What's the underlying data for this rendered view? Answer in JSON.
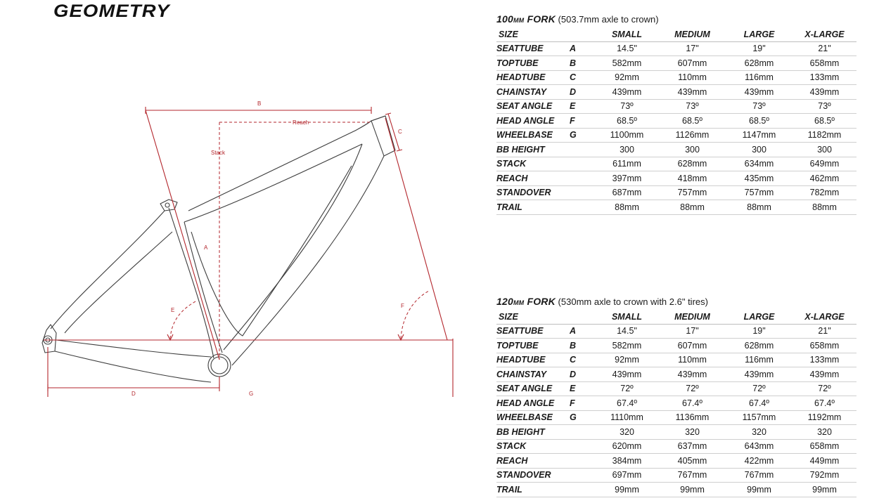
{
  "title": "GEOMETRY",
  "diagram_labels": {
    "a": "A",
    "b": "B",
    "c": "C",
    "d": "D",
    "e": "E",
    "f": "F",
    "g": "G",
    "reach": "Reach",
    "stack": "Stack"
  },
  "colors": {
    "dimension": "#b3262c",
    "frame": "#3d3d3d"
  },
  "tables": [
    {
      "fork_name": "100",
      "fork_unit": "MM",
      "fork_suffix": " FORK",
      "fork_desc": " (503.7mm axle to crown)",
      "columns": [
        "SIZE",
        "",
        "SMALL",
        "MEDIUM",
        "LARGE",
        "X-LARGE"
      ],
      "rows": [
        {
          "name": "SEATTUBE",
          "letter": "A",
          "values": [
            "14.5\"",
            "17\"",
            "19\"",
            "21\""
          ]
        },
        {
          "name": "TOPTUBE",
          "letter": "B",
          "values": [
            "582mm",
            "607mm",
            "628mm",
            "658mm"
          ]
        },
        {
          "name": "HEADTUBE",
          "letter": "C",
          "values": [
            "92mm",
            "110mm",
            "116mm",
            "133mm"
          ]
        },
        {
          "name": "CHAINSTAY",
          "letter": "D",
          "values": [
            "439mm",
            "439mm",
            "439mm",
            "439mm"
          ]
        },
        {
          "name": "SEAT ANGLE",
          "letter": "E",
          "values": [
            "73º",
            "73º",
            "73º",
            "73º"
          ]
        },
        {
          "name": "HEAD ANGLE",
          "letter": "F",
          "values": [
            "68.5º",
            "68.5º",
            "68.5º",
            "68.5º"
          ]
        },
        {
          "name": "WHEELBASE",
          "letter": "G",
          "values": [
            "1100mm",
            "1126mm",
            "1147mm",
            "1182mm"
          ]
        },
        {
          "name": "BB HEIGHT",
          "letter": "",
          "values": [
            "300",
            "300",
            "300",
            "300"
          ]
        },
        {
          "name": "STACK",
          "letter": "",
          "values": [
            "611mm",
            "628mm",
            "634mm",
            "649mm"
          ]
        },
        {
          "name": "REACH",
          "letter": "",
          "values": [
            "397mm",
            "418mm",
            "435mm",
            "462mm"
          ]
        },
        {
          "name": "STANDOVER",
          "letter": "",
          "values": [
            "687mm",
            "757mm",
            "757mm",
            "782mm"
          ]
        },
        {
          "name": "TRAIL",
          "letter": "",
          "values": [
            "88mm",
            "88mm",
            "88mm",
            "88mm"
          ]
        }
      ]
    },
    {
      "fork_name": "120",
      "fork_unit": "MM",
      "fork_suffix": " FORK",
      "fork_desc": " (530mm axle to crown with 2.6\" tires)",
      "columns": [
        "SIZE",
        "",
        "SMALL",
        "MEDIUM",
        "LARGE",
        "X-LARGE"
      ],
      "rows": [
        {
          "name": "SEATTUBE",
          "letter": "A",
          "values": [
            "14.5\"",
            "17\"",
            "19\"",
            "21\""
          ]
        },
        {
          "name": "TOPTUBE",
          "letter": "B",
          "values": [
            "582mm",
            "607mm",
            "628mm",
            "658mm"
          ]
        },
        {
          "name": "HEADTUBE",
          "letter": "C",
          "values": [
            "92mm",
            "110mm",
            "116mm",
            "133mm"
          ]
        },
        {
          "name": "CHAINSTAY",
          "letter": "D",
          "values": [
            "439mm",
            "439mm",
            "439mm",
            "439mm"
          ]
        },
        {
          "name": "SEAT ANGLE",
          "letter": "E",
          "values": [
            "72º",
            "72º",
            "72º",
            "72º"
          ]
        },
        {
          "name": "HEAD ANGLE",
          "letter": "F",
          "values": [
            "67.4º",
            "67.4º",
            "67.4º",
            "67.4º"
          ]
        },
        {
          "name": "WHEELBASE",
          "letter": "G",
          "values": [
            "1110mm",
            "1136mm",
            "1157mm",
            "1192mm"
          ]
        },
        {
          "name": "BB HEIGHT",
          "letter": "",
          "values": [
            "320",
            "320",
            "320",
            "320"
          ]
        },
        {
          "name": "STACK",
          "letter": "",
          "values": [
            "620mm",
            "637mm",
            "643mm",
            "658mm"
          ]
        },
        {
          "name": "REACH",
          "letter": "",
          "values": [
            "384mm",
            "405mm",
            "422mm",
            "449mm"
          ]
        },
        {
          "name": "STANDOVER",
          "letter": "",
          "values": [
            "697mm",
            "767mm",
            "767mm",
            "792mm"
          ]
        },
        {
          "name": "TRAIL",
          "letter": "",
          "values": [
            "99mm",
            "99mm",
            "99mm",
            "99mm"
          ]
        }
      ]
    }
  ]
}
